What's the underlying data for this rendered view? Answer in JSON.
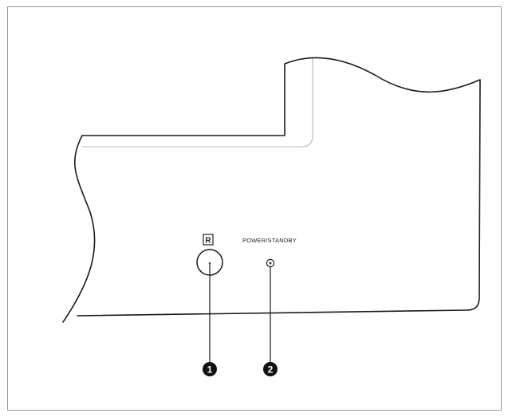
{
  "panel": {
    "power_label": "POWER/STANDBY",
    "sensor_symbol": "R"
  },
  "callouts": [
    {
      "number": "1",
      "target": "remote-sensor"
    },
    {
      "number": "2",
      "target": "power-standby-indicator"
    }
  ],
  "colors": {
    "frame": "#9a9a9a",
    "outline": "#1a1a1a",
    "inner_line": "#b5b5b5",
    "callout_fill": "#111111"
  }
}
